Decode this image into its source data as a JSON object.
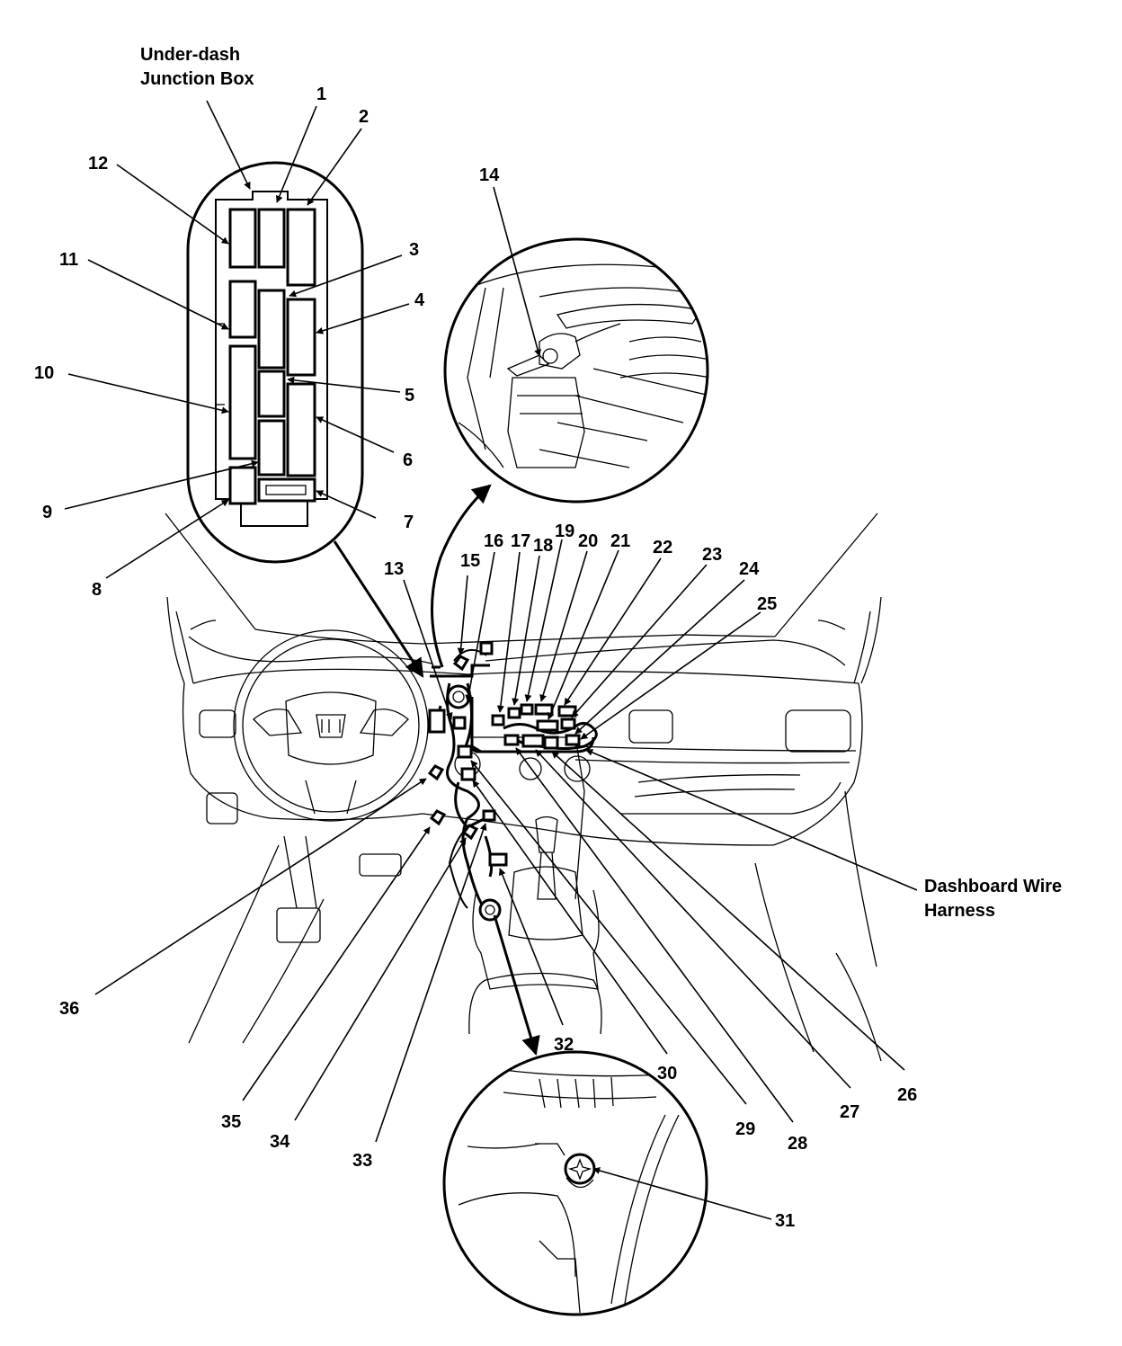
{
  "titles": {
    "junction_box_line1": "Under-dash",
    "junction_box_line2": "Junction Box",
    "harness_line1": "Dashboard Wire",
    "harness_line2": "Harness"
  },
  "callouts": [
    "1",
    "2",
    "3",
    "4",
    "5",
    "6",
    "7",
    "8",
    "9",
    "10",
    "11",
    "12",
    "13",
    "14",
    "15",
    "16",
    "17",
    "18",
    "19",
    "20",
    "21",
    "22",
    "23",
    "24",
    "25",
    "26",
    "27",
    "28",
    "29",
    "30",
    "31",
    "32",
    "33",
    "34",
    "35",
    "36"
  ]
}
